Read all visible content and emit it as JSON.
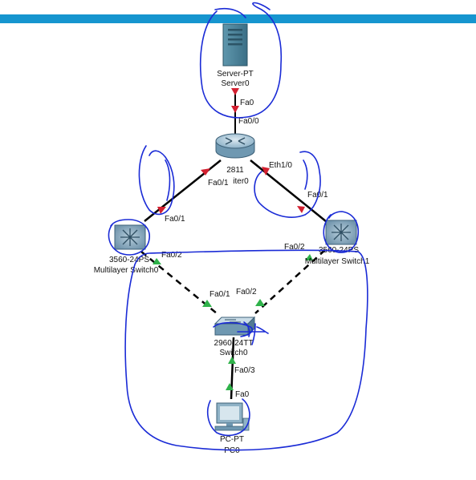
{
  "colors": {
    "topbar": "#1695cf",
    "ink": "#1a2bd6",
    "port_down": "#d32030",
    "port_up": "#2fb24a",
    "link": "#000000"
  },
  "devices": {
    "server": {
      "model": "Server-PT",
      "name": "Server0",
      "icon": "server-icon"
    },
    "router": {
      "model": "2811",
      "name": "iter0",
      "icon": "router-icon"
    },
    "mls0": {
      "model": "3560-24PS",
      "name": "Multilayer Switch0",
      "icon": "multilayer-switch-icon"
    },
    "mls1": {
      "model": "3560-24PS",
      "name": "Multilayer Switch1",
      "icon": "multilayer-switch-icon"
    },
    "switch0": {
      "model": "2960-24TT",
      "name": "Switch0",
      "icon": "switch-icon"
    },
    "pc0": {
      "model": "PC-PT",
      "name": "PC0",
      "icon": "pc-icon"
    }
  },
  "ports": {
    "server_fa0": "Fa0",
    "router_fa00": "Fa0/0",
    "router_fa01": "Fa0/1",
    "router_eth10": "Eth1/0",
    "mls0_fa01": "Fa0/1",
    "mls0_fa02": "Fa0/2",
    "mls1_fa01": "Fa0/1",
    "mls1_fa02": "Fa0/2",
    "sw_fa01": "Fa0/1",
    "sw_fa02": "Fa0/2",
    "sw_fa03": "Fa0/3",
    "pc_fa0": "Fa0"
  }
}
